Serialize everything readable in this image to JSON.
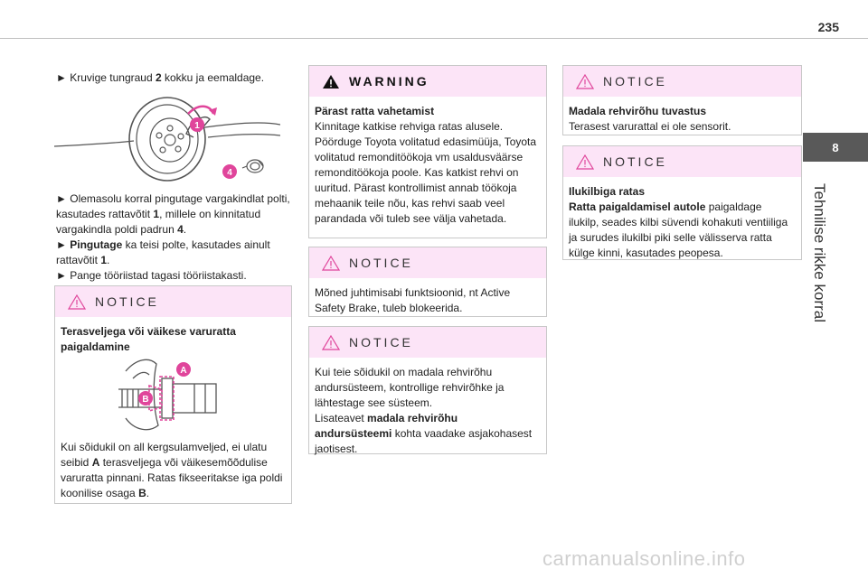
{
  "page_number": "235",
  "side_tab": {
    "number": "8",
    "title": "Tehnilise rikke korral"
  },
  "col1": {
    "step_top": {
      "arrow": "►",
      "pre": "Kruvige tungraud ",
      "b1": "2",
      "post": " kokku ja eemaldage."
    },
    "figure_wheel": {
      "label1": "1",
      "label4": "4"
    },
    "steps": [
      {
        "arrow": "►",
        "t1": "Olemasolu korral pingutage vargakindlat polti, kasutades rattavõtit ",
        "b1": "1",
        "t2": ", millele on kinnitatud vargakindla poldi padrun ",
        "b2": "4",
        "t3": "."
      },
      {
        "arrow": "►",
        "b0": "Pingutage",
        "t1": " ka teisi polte, kasutades ainult rattavõtit ",
        "b1": "1",
        "t2": "."
      },
      {
        "arrow": "►",
        "t1": "Pange tööriistad tagasi tööriistakasti."
      }
    ],
    "notice": {
      "header": "NOTICE",
      "title": "Terasveljega või väikese varuratta paigaldamine",
      "figure_labels": {
        "a": "A",
        "b": "B"
      },
      "t1": "Kui sõidukil on all kergsulamveljed, ei ulatu seibid ",
      "b1": "A",
      "t2": " terasveljega või väikesemõõdulise varuratta pinnani. Ratas fikseeritakse iga poldi koonilise osaga ",
      "b2": "B",
      "t3": "."
    }
  },
  "col2": {
    "warning": {
      "header": "WARNING",
      "title": "Pärast ratta vahetamist",
      "text": "Kinnitage katkise rehviga ratas alusele. Pöörduge Toyota volitatud edasimüüja, Toyota volitatud remonditöökoja vm usaldusväärse remonditöökoja poole. Kas katkist rehvi on uuritud. Pärast kontrollimist annab töökoja mehaanik teile nõu, kas rehvi saab veel parandada või tuleb see välja vahetada."
    },
    "notice1": {
      "header": "NOTICE",
      "text": "Mõned juhtimisabi funktsioonid, nt Active Safety Brake, tuleb blokeerida."
    },
    "notice2": {
      "header": "NOTICE",
      "t1": "Kui teie sõidukil on madala rehvirõhu andursüsteem, kontrollige rehvirõhke ja lähtestage see süsteem.",
      "t2": "Lisateavet ",
      "b1": "madala rehvirõhu andursüsteemi",
      "t3": " kohta vaadake asjakohasest jaotisest."
    }
  },
  "col3": {
    "notice1": {
      "header": "NOTICE",
      "title": "Madala rehvirõhu tuvastus",
      "text": "Terasest varurattal ei ole sensorit."
    },
    "notice2": {
      "header": "NOTICE",
      "title": "Ilukilbiga ratas",
      "b1": "Ratta paigaldamisel autole",
      "t1": " paigaldage ilukilp, seades kilbi süvendi kohakuti ventiiliga ja surudes ilukilbi piki selle välisserva ratta külge kinni, kasutades peopesa."
    }
  },
  "watermark": "carmanualsonline.info",
  "colors": {
    "accent": "#e0459b",
    "header_bg": "#fce4f7",
    "tab_bg": "#595959"
  }
}
